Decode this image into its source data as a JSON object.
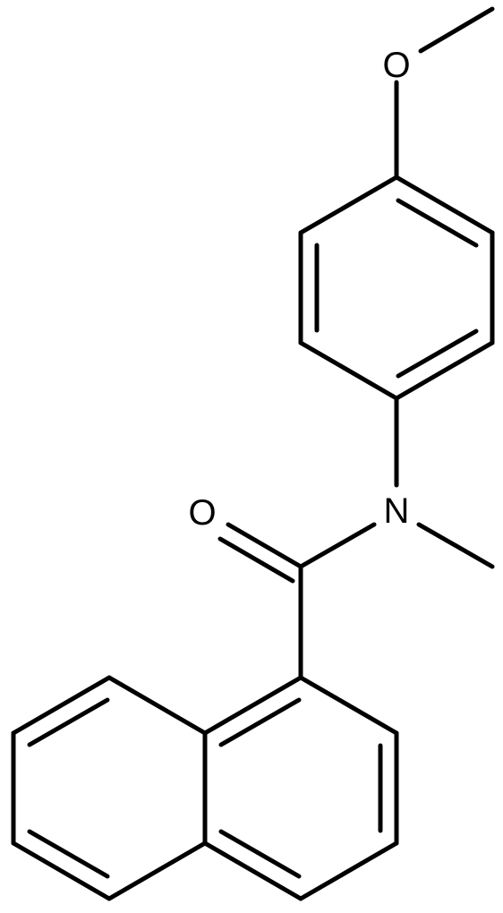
{
  "molecule": {
    "atoms": {
      "oxygen_methoxy": "O",
      "oxygen_carbonyl": "O",
      "nitrogen_amide": "N"
    }
  },
  "colors": {
    "bond": "#000000",
    "label": "#000000",
    "background": "#ffffff"
  }
}
